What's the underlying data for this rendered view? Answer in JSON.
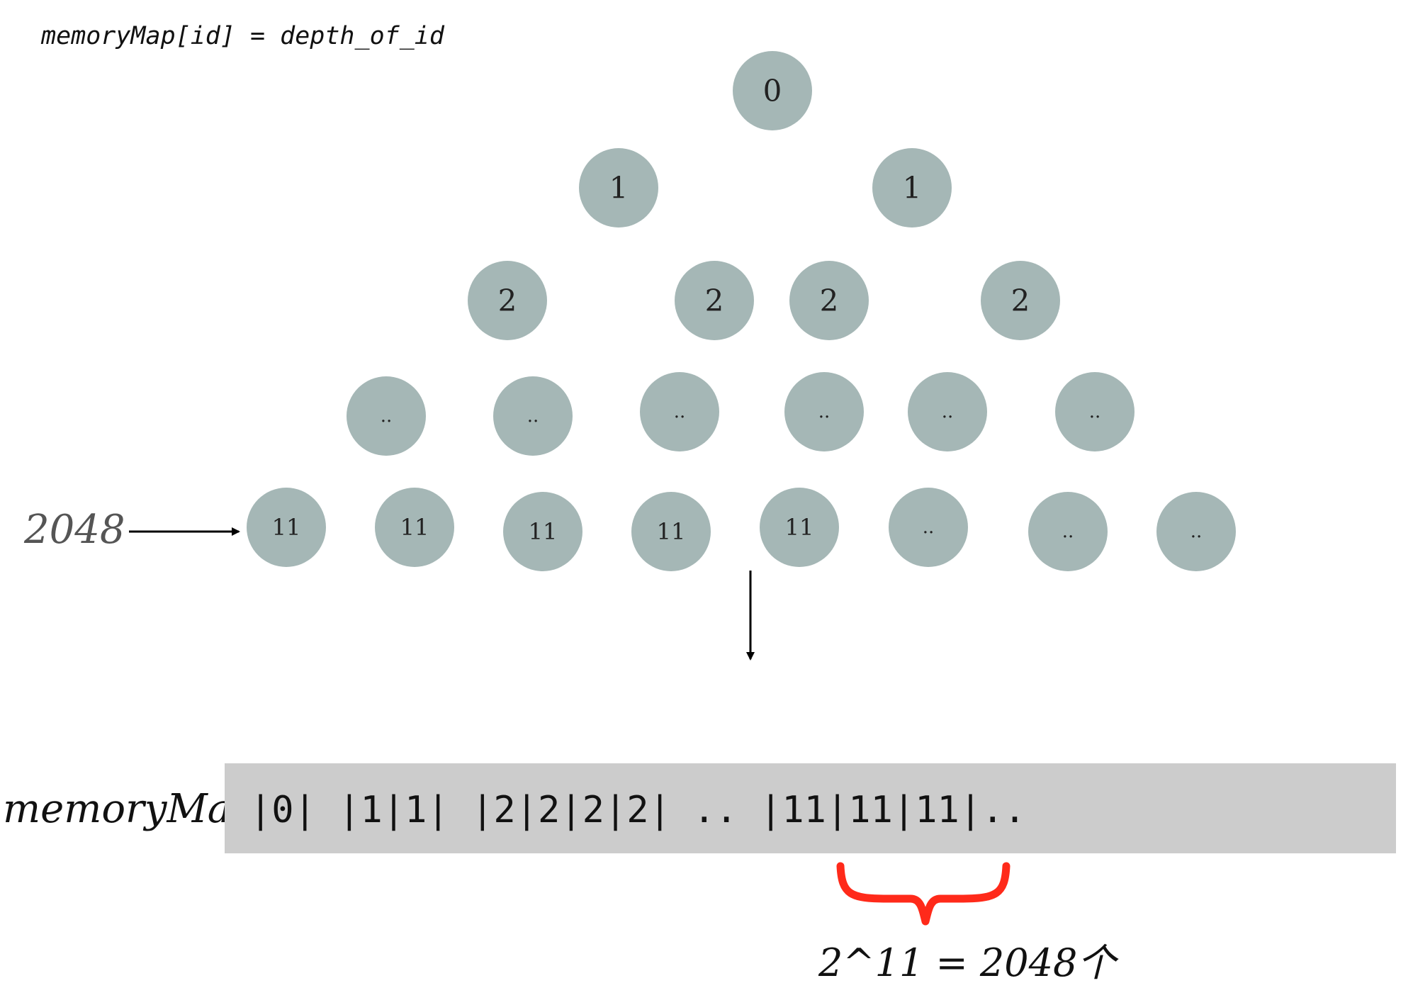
{
  "formula": "memoryMap[id] = depth_of_id",
  "tree": {
    "rows": [
      [
        "0"
      ],
      [
        "1",
        "1"
      ],
      [
        "2",
        "2",
        "2",
        "2"
      ],
      [
        "..",
        "..",
        "..",
        "..",
        "..",
        ".."
      ],
      [
        "11",
        "11",
        "11",
        "11",
        "11",
        "..",
        "..",
        ".."
      ]
    ]
  },
  "leaf_count_label": "2048",
  "memory_map": {
    "label": "memoryMap",
    "contents": "|0| |1|1| |2|2|2|2| .. |11|11|11|.."
  },
  "count_annotation": "2^11 = 2048个",
  "colors": {
    "node": "#a5b7b6",
    "array_background": "#cccccc",
    "brace": "#ff2a1a"
  }
}
